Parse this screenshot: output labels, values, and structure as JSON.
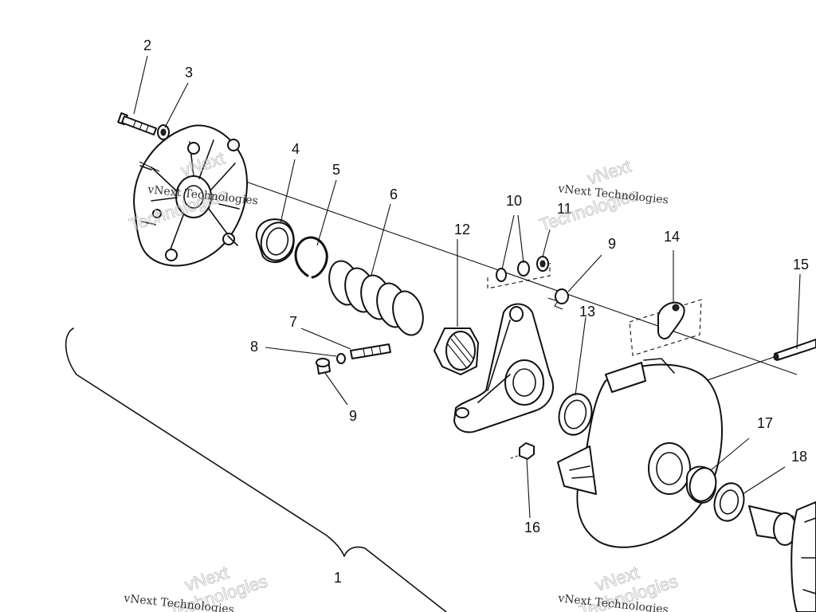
{
  "diagram": {
    "callouts": [
      {
        "id": "c1",
        "label": "1"
      },
      {
        "id": "c2",
        "label": "2"
      },
      {
        "id": "c3",
        "label": "3"
      },
      {
        "id": "c4",
        "label": "4"
      },
      {
        "id": "c5",
        "label": "5"
      },
      {
        "id": "c6",
        "label": "6"
      },
      {
        "id": "c7",
        "label": "7"
      },
      {
        "id": "c8",
        "label": "8"
      },
      {
        "id": "c9a",
        "label": "9"
      },
      {
        "id": "c9b",
        "label": "9"
      },
      {
        "id": "c10",
        "label": "10"
      },
      {
        "id": "c11",
        "label": "11"
      },
      {
        "id": "c12",
        "label": "12"
      },
      {
        "id": "c13",
        "label": "13"
      },
      {
        "id": "c14",
        "label": "14"
      },
      {
        "id": "c15",
        "label": "15"
      },
      {
        "id": "c16",
        "label": "16"
      },
      {
        "id": "c17",
        "label": "17"
      },
      {
        "id": "c18",
        "label": "18"
      }
    ]
  },
  "watermark": {
    "brand_big": "vNext",
    "brand_big2": "Technologies",
    "brand_small": "vNext Technologies"
  },
  "colors": {
    "line": "#111111",
    "watermark": "#bdbdbd"
  }
}
